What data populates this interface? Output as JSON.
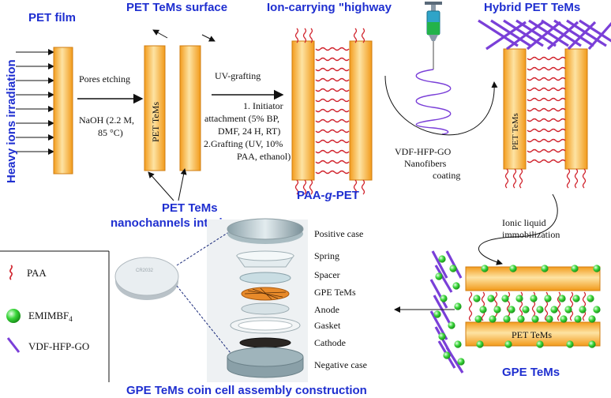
{
  "title_pet_film": "PET film",
  "title_pet_tems_surface": "PET TeMs surface",
  "title_ion_highway": "Ion-carrying \"highway",
  "title_hybrid": "Hybrid PET TeMs",
  "heavy_ions": "Heavy ions irradiation",
  "pores_etching": "Pores etching",
  "naoh_line1": "NaOH (2.2 M,",
  "naoh_line2": "85 °C)",
  "pet_tems": "PET TeMs",
  "uv_grafting": "UV-grafting",
  "step_lines": [
    "1. Initiator",
    "attachment (5% BP,",
    "DMF, 24 H, RT)",
    "2.Grafting (UV, 10%",
    "PAA, ethanol)"
  ],
  "paa_g_pet_prefix": "PAA-",
  "paa_g_pet_g": "g",
  "paa_g_pet_suffix": "-PET",
  "nanochannels_line1": "PET TeMs",
  "nanochannels_line2": "nanochannels interiors",
  "vdf_coating_lines": [
    "VDF-HFP-GO",
    "Nanofibers",
    "coating"
  ],
  "ionic_liquid_lines": [
    "Ionic liquid",
    "immobilization"
  ],
  "gpe_tems": "GPE TeMs",
  "coin_cell_title": "GPE TeMs coin cell assembly construction",
  "coin_parts": [
    "Positive case",
    "Spring",
    "Spacer",
    "GPE TeMs",
    "Anode",
    "Gasket",
    "Cathode",
    "Negative case"
  ],
  "legend": {
    "paa": "PAA",
    "emim_main": "EMIMBF",
    "emim_sub": "4",
    "vdf": "VDF-HFP-GO"
  },
  "colors": {
    "label_blue": "#1f2fd0",
    "membrane_orange": "#f4a62a",
    "paa_red": "#d0202a",
    "fiber_purple": "#7a3fd8",
    "ionic_green": "#3ad63a"
  }
}
